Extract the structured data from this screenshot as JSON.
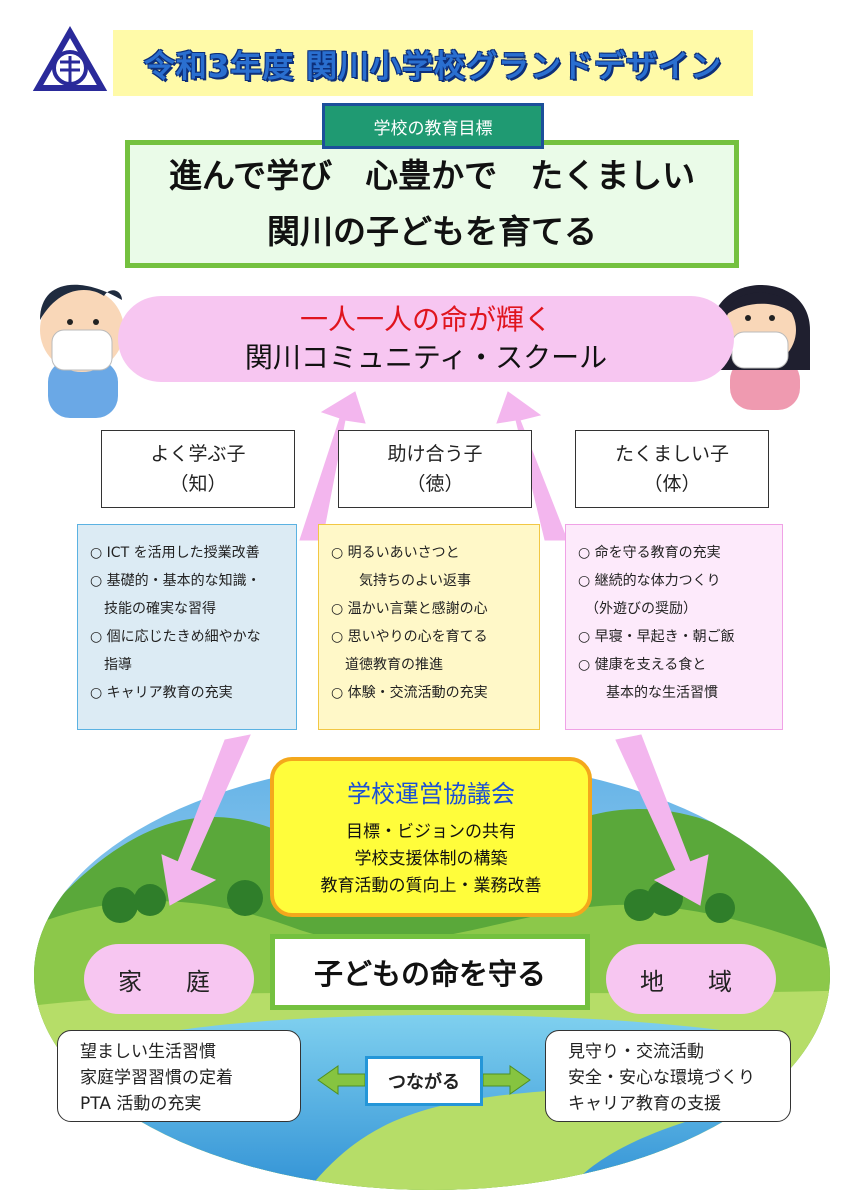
{
  "header": {
    "title": "令和3年度 関川小学校グランドデザイン"
  },
  "goal": {
    "label": "学校の教育目標",
    "line1": "進んで学び　心豊かで　たくましい",
    "line2": "関川の子どもを育てる"
  },
  "motto": {
    "line1": "一人一人の命が輝く",
    "line2": "関川コミュニティ・スクール"
  },
  "pillars": [
    {
      "title": "よく学ぶ子",
      "sub": "（知）",
      "items": [
        "○ ICT を活用した授業改善",
        "○ 基礎的・基本的な知識・",
        "　技能の確実な習得",
        "○ 個に応じたきめ細やかな",
        "　指導",
        "○ キャリア教育の充実"
      ]
    },
    {
      "title": "助け合う子",
      "sub": "（徳）",
      "items": [
        "○ 明るいあいさつと",
        "　　気持ちのよい返事",
        "○ 温かい言葉と感謝の心",
        "○ 思いやりの心を育てる",
        "　道徳教育の推進",
        "○ 体験・交流活動の充実"
      ]
    },
    {
      "title": "たくましい子",
      "sub": "（体）",
      "items": [
        "○ 命を守る教育の充実",
        "○ 継続的な体力つくり",
        "　（外遊びの奨励）",
        "○ 早寝・早起き・朝ご飯",
        "○ 健康を支える食と",
        "　　基本的な生活習慣"
      ]
    }
  ],
  "council": {
    "title": "学校運営協議会",
    "items": [
      "目標・ビジョンの共有",
      "学校支援体制の構築",
      "教育活動の質向上・業務改善"
    ]
  },
  "protect": "子どもの命を守る",
  "home": {
    "label": "家　庭",
    "items": [
      "望ましい生活習慣",
      "家庭学習習慣の定着",
      "PTA 活動の充実"
    ]
  },
  "community": {
    "label": "地　域",
    "items": [
      "見守り・交流活動",
      "安全・安心な環境づくり",
      "キャリア教育の支援"
    ]
  },
  "connect": "つながる",
  "colors": {
    "accent_green": "#74c13f",
    "pink": "#f7c6f1",
    "blue": "#2a6fd0",
    "red": "#e0141e",
    "yellow": "#fffd3b"
  }
}
